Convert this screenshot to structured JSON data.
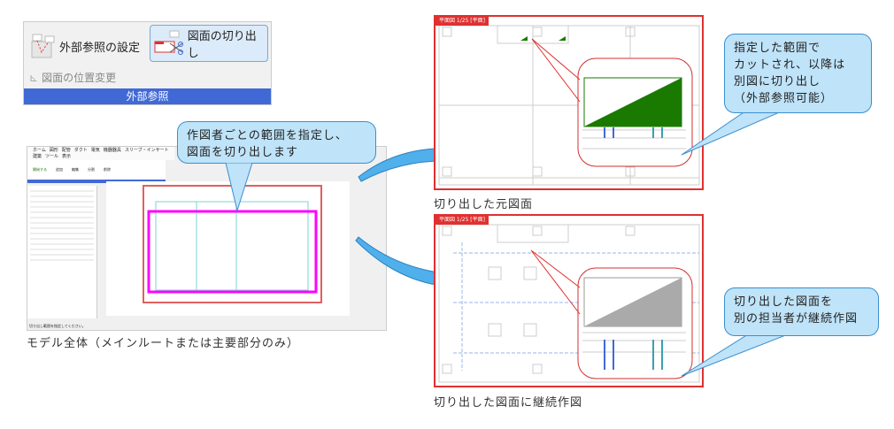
{
  "ribbon": {
    "btn_settings": "外部参照の設定",
    "btn_cut": "図面の切り出し",
    "btn_move": "図面の位置変更",
    "group_label": "外部参照"
  },
  "callouts": {
    "main": "作図者ごとの範囲を指定し、\n図面を切り出します",
    "top": "指定した範囲で\nカットされ、以降は\n別図に切り出し\n（外部参照可能）",
    "bottom": "切り出した図面を\n別の担当者が継続作図"
  },
  "captions": {
    "model": "モデル全体（メインルートまたは主要部分のみ）",
    "original": "切り出した元図面",
    "continued": "切り出した図面に継続作図"
  },
  "panels": {
    "tab_label": "平面図 1/25 [平面]"
  },
  "app": {
    "menu": [
      "ホーム",
      "図形",
      "配管",
      "ダクト",
      "電気",
      "機器器具",
      "スリーブ・インサート",
      "建築",
      "ツール",
      "表示"
    ],
    "tools": [
      "開始する",
      "追加",
      "編集",
      "分割",
      "削除"
    ],
    "status": "切り出し範囲を指定してください。"
  },
  "colors": {
    "accent": "#4169d6",
    "red": "#e03030",
    "magenta": "#ff00ff",
    "green": "#1a7a00"
  }
}
